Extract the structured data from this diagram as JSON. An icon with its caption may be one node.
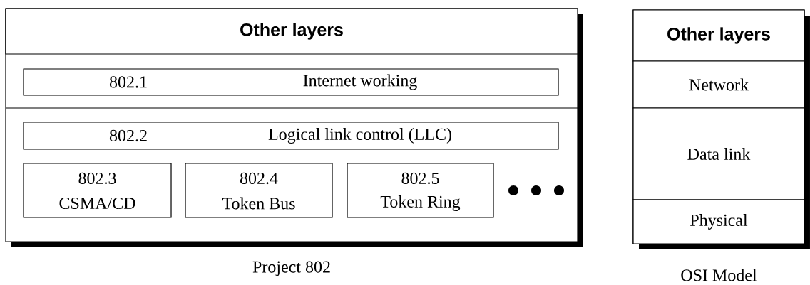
{
  "diagram": {
    "nodes": [
      {
        "text": [],
        "shape": "box",
        "beside": [
          "Project 802"
        ]
      },
      {
        "text": [
          "Other layers"
        ],
        "in": 0
      },
      {
        "text": [
          "802.1",
          "Internet working"
        ],
        "in": 0
      },
      {
        "text": [
          "802.2",
          "Logical link control (LLC)"
        ],
        "in": 0
      },
      {
        "text": [
          "802.3",
          "CSMA/CD"
        ],
        "in": 0
      },
      {
        "text": [
          "802.4",
          "Token Bus"
        ],
        "in": 0
      },
      {
        "text": [
          "802.5",
          "Token Ring"
        ],
        "in": 0
      },
      {
        "text": [],
        "shape": "box",
        "beside": [
          "OSI Model"
        ]
      },
      {
        "text": [
          "Other layers"
        ],
        "in": 7
      },
      {
        "text": [
          "Network"
        ],
        "in": 7
      },
      {
        "text": [
          "Data link"
        ],
        "in": 7
      },
      {
        "text": [
          "Physical"
        ],
        "in": 7
      }
    ]
  }
}
